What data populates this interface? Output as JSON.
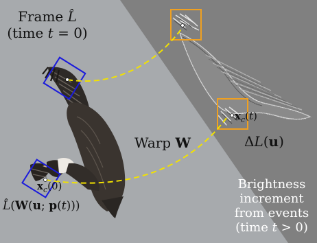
{
  "frame_label": {
    "line1_prefix": "Frame ",
    "symbol": "L̂",
    "line2_open": "(time ",
    "var_t": "t",
    "line2_eq": " = 0)"
  },
  "warp_label": {
    "word": "Warp ",
    "symbol": "W"
  },
  "event_label": {
    "delta": "Δ",
    "L": "L",
    "open": "(",
    "u": "u",
    "close": ")"
  },
  "template_label": {
    "L": "L̂",
    "open1": "(",
    "W": "W",
    "open2": "(",
    "u": "u",
    "semicolon": "; ",
    "p": "p",
    "open3": "(",
    "t": "t",
    "close3": ")))"
  },
  "point_ref": {
    "x": "x",
    "sub": "c",
    "arg": "(0)"
  },
  "point_event": {
    "x": "x",
    "sub": "c",
    "open": "(",
    "t": "t",
    "close": ")"
  },
  "brightness_label": {
    "line1": "Brightness",
    "line2": "increment",
    "line3": "from events",
    "line4_open": "(time ",
    "line4_t": "t",
    "line4_rest": " > 0)"
  },
  "colors": {
    "image_background": "#a7aaad",
    "event_background": "#808080",
    "patch_box_blue": "#1a1adc",
    "patch_box_orange": "#f0a020",
    "correspondence_dash": "#f2e200"
  },
  "icons": {
    "bird": "eagle-in-flight",
    "event_bird": "eagle-edge-map"
  }
}
